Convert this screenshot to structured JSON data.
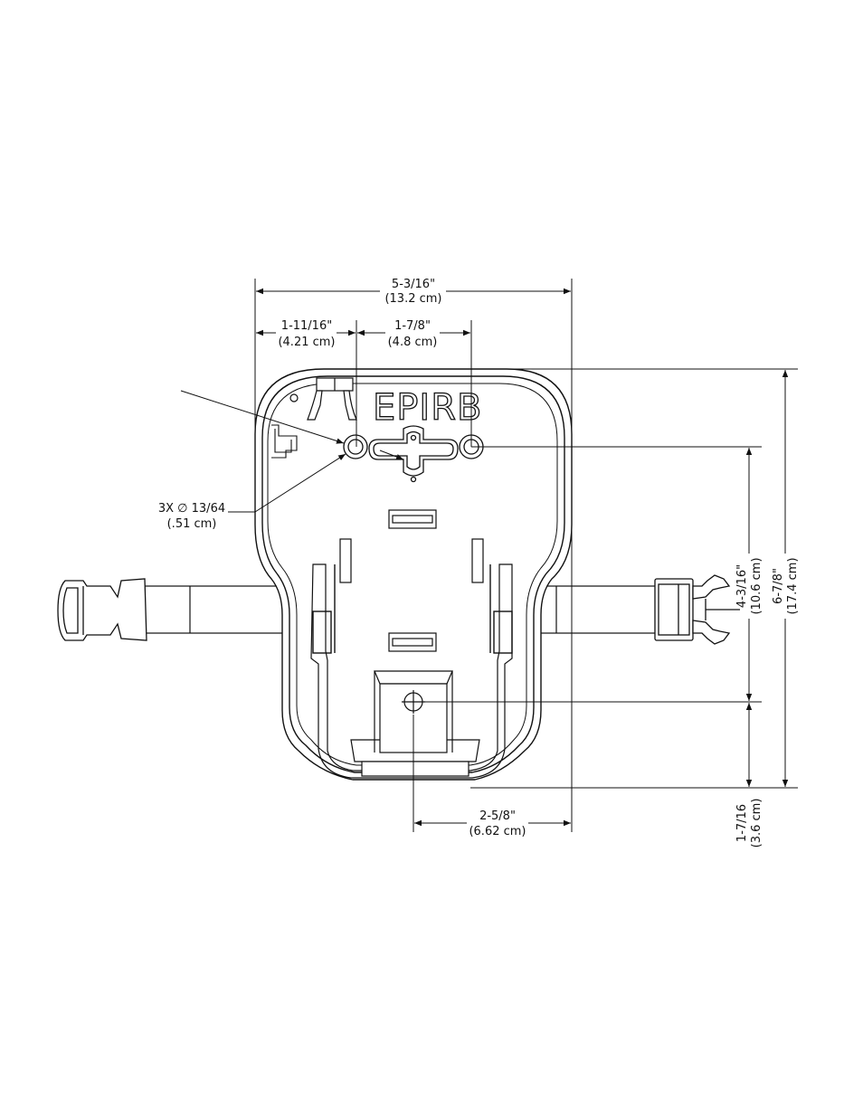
{
  "product_label": "EPIRB",
  "dimensions": {
    "overall_width": {
      "imperial": "5-3/16\"",
      "metric": "(13.2 cm)"
    },
    "left_to_hole": {
      "imperial": "1-11/16\"",
      "metric": "(4.21 cm)"
    },
    "hole_spacing": {
      "imperial": "1-7/8\"",
      "metric": "(4.8 cm)"
    },
    "hole_diameter": {
      "imperial": "3X ∅ 13/64",
      "metric": "(.51 cm)"
    },
    "hole_to_bottom_hole": {
      "imperial": "4-3/16\"",
      "metric": "(10.6 cm)"
    },
    "overall_height": {
      "imperial": "6-7/8\"",
      "metric": "(17.4 cm)"
    },
    "bottom_offset": {
      "imperial": "1-7/16",
      "metric": "(3.6 cm)"
    },
    "bottom_hole_to_right": {
      "imperial": "2-5/8\"",
      "metric": "(6.62 cm)"
    }
  }
}
